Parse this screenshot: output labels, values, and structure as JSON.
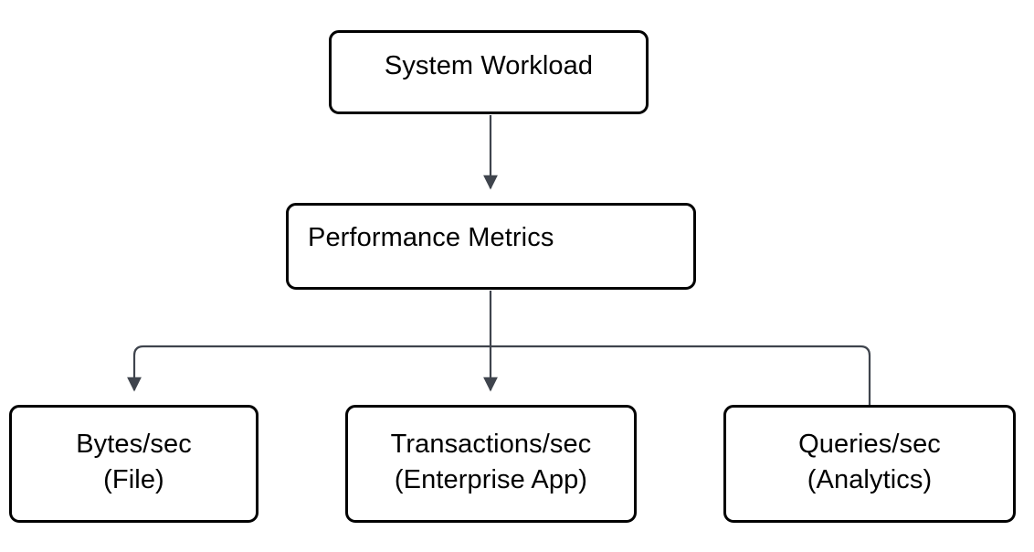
{
  "diagram": {
    "type": "flowchart",
    "orientation": "top-down",
    "background_color": "#ffffff",
    "node_border_color": "#000000",
    "node_fill_color": "#ffffff",
    "connector_color": "#3f444d",
    "nodes": [
      {
        "id": "system-workload",
        "label": "System Workload",
        "level": 0
      },
      {
        "id": "performance-metrics",
        "label": "Performance Metrics",
        "level": 1
      },
      {
        "id": "bytes-per-sec",
        "label_line1": "Bytes/sec",
        "label_line2": "(File)",
        "level": 2
      },
      {
        "id": "transactions-per-sec",
        "label_line1": "Transactions/sec",
        "label_line2": "(Enterprise App)",
        "level": 2
      },
      {
        "id": "queries-per-sec",
        "label_line1": "Queries/sec",
        "label_line2": "(Analytics)",
        "level": 2
      }
    ],
    "edges": [
      {
        "id": "edge-workload-to-metrics",
        "from": "system-workload",
        "to": "performance-metrics",
        "arrowhead": true
      },
      {
        "id": "edge-metrics-to-bytes",
        "from": "performance-metrics",
        "to": "bytes-per-sec",
        "arrowhead": true
      },
      {
        "id": "edge-metrics-to-transactions",
        "from": "performance-metrics",
        "to": "transactions-per-sec",
        "arrowhead": true
      },
      {
        "id": "edge-metrics-to-queries",
        "from": "performance-metrics",
        "to": "queries-per-sec",
        "arrowhead": false
      }
    ]
  }
}
